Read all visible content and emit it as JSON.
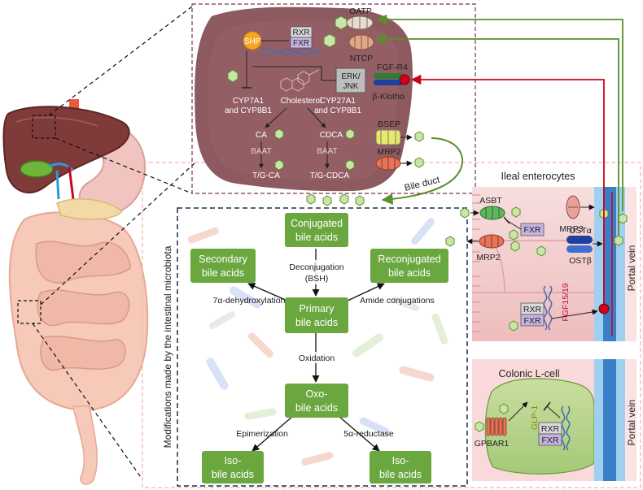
{
  "hepatocyte": {
    "oatp": "OATP",
    "rxr": "RXR",
    "fxr": "FXR",
    "shp": "SHP",
    "ntcp": "NTCP",
    "erk_jnk_1": "ERK/",
    "erk_jnk_2": "JNK",
    "fgfr4": "FGF-R4",
    "beta_klotho": "β-Klotho",
    "cholesterol": "Cholesterol",
    "cyp7a1_1": "CYP7A1",
    "cyp7a1_2": "and CYP8B1",
    "cyp27a1_1": "CYP27A1",
    "cyp27a1_2": "and CYP8B1",
    "ca": "CA",
    "cdca": "CDCA",
    "baat_left": "BAAT",
    "baat_right": "BAAT",
    "tg_ca": "T/G-CA",
    "tg_cdca": "T/G-CDCA",
    "bsep": "BSEP",
    "mrp2": "MRP2",
    "bile_duct": "Bile duct"
  },
  "microbiota": {
    "side_title": "Modifications made by the intestinal microbiota",
    "conjugated_1": "Conjugated",
    "conjugated_2": "bile acids",
    "secondary_1": "Secondary",
    "secondary_2": "bile acids",
    "reconjugated_1": "Reconjugated",
    "reconjugated_2": "bile acids",
    "deconjugation_1": "Deconjugation",
    "deconjugation_2": "(BSH)",
    "primary_1": "Primary",
    "primary_2": "bile acids",
    "dehydroxylation": "7α-dehydroxylation",
    "amide": "Amide conjugations",
    "oxidation": "Oxidation",
    "oxo_1": "Oxo-",
    "oxo_2": "bile acids",
    "epimerization": "Epimerization",
    "reductase": "5α-reductase",
    "iso_left_1": "Iso-",
    "iso_left_2": "bile acids",
    "iso_right_1": "Iso-",
    "iso_right_2": "bile acids"
  },
  "ileal": {
    "title": "Ileal enterocytes",
    "asbt": "ASBT",
    "fxr": "FXR",
    "mrp3": "MRP3",
    "ost_a": "OSTα",
    "ost_b": "OSTβ",
    "mrp2": "MRP2",
    "rxr": "RXR",
    "fxr2": "FXR",
    "fgf": "FGF15/19",
    "portal_vein": "Portal vein"
  },
  "colonic": {
    "title": "Colonic L-cell",
    "glp1": "GLP-1",
    "gpbar1": "GPBAR1",
    "rxr": "RXR",
    "fxr": "FXR",
    "portal_vein": "Portal vein"
  },
  "colors": {
    "hepatocyte": "#8d5a5f",
    "green_box": "#6aa83f",
    "navy_dash": "#1f2d4d",
    "red_arrow": "#d0021b",
    "green_arrow": "#5a8f2c",
    "portal": "#3b7fc9"
  }
}
